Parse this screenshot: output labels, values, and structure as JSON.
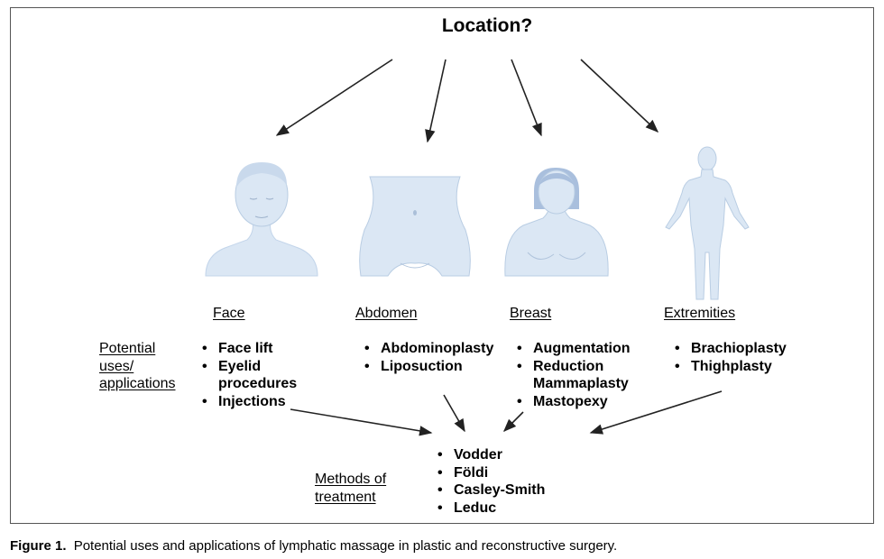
{
  "title": "Location?",
  "regions": [
    {
      "label": "Face",
      "uses": [
        "Face lift",
        "Eyelid procedures",
        "Injections"
      ]
    },
    {
      "label": "Abdomen",
      "uses": [
        "Abdominoplasty",
        "Liposuction"
      ]
    },
    {
      "label": "Breast",
      "uses": [
        "Augmentation",
        "Reduction Mammaplasty",
        "Mastopexy"
      ]
    },
    {
      "label": "Extremities",
      "uses": [
        "Brachioplasty",
        "Thighplasty"
      ]
    }
  ],
  "uses_label": "Potential uses/ applications",
  "methods_label": "Methods of treatment",
  "methods": [
    "Vodder",
    "Földi",
    "Casley-Smith",
    "Leduc"
  ],
  "caption": {
    "label": "Figure 1.",
    "text": "Potential uses and applications of lymphatic massage in plastic and reconstructive surgery."
  },
  "colors": {
    "figure_fill": "#dbe7f4",
    "figure_stroke": "#b9cde3",
    "hair_dark": "#a9bfdd",
    "frame": "#555555",
    "arrow": "#222222"
  },
  "icons": [
    "face-figure-icon",
    "abdomen-figure-icon",
    "breast-figure-icon",
    "full-body-figure-icon"
  ]
}
